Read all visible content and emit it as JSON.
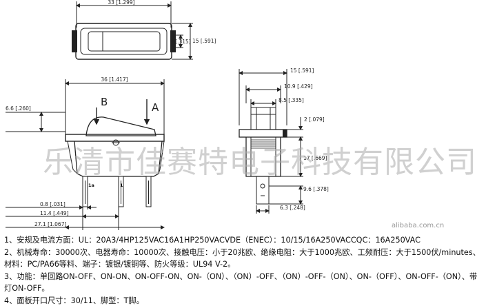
{
  "drawing": {
    "top_view": {
      "width_dim": "33 [1.299]",
      "inner_dim": "8 [.315]",
      "height_dim": "15 [.591]"
    },
    "side_view": {
      "width_dim": "36 [1.417]",
      "offset_dim": "6.6 [.260]",
      "label_b": "B",
      "label_a": "A",
      "pin_label_1a": "1a",
      "pin_label_1": "1",
      "dim_08": "0.8 [.031]",
      "dim_114": "11.4 [.449]",
      "dim_271": "27.1 [1.067]"
    },
    "end_view": {
      "dim_15": "15 [.591]",
      "dim_109": "10.9 [.429]",
      "dim_85": "8.5 [.335]",
      "dim_2": "2 [.079]",
      "dim_17": "17 [.669]",
      "dim_96": "9.6 [.378]",
      "dim_63": "6.3 [.248]"
    }
  },
  "watermark": "乐清市佳赛特电子科技有限公司",
  "source_mark": "alibaba.com.cn",
  "specs": [
    "1、安规及电流方面：UL：20A3/4HP125VAC16A1HP250VACVDE（ENEC）：10/15/16A250VACCQC：16A250VAC",
    "2、机械寿命：30000次、电器寿命：10000次、接触电压：小于20兆欧、绝缘电阻：大于1000兆欧、工频耐压：大于1500伏/minutes、 材料：PC/PA66等料、端子：镀银/镀铜等、防火等级：UL94 V-2。",
    "3、功能：单回路ON-OFF、ON-ON、ON-OFF-ON、ON-（ON）、（ON）-OFF、（ON）-OFF-（ON）、ON-（OFF）、ON-OFF-（ON）、带灯ON-OFF。",
    "4、面板开口尺寸：30/11、脚型：T脚。"
  ]
}
